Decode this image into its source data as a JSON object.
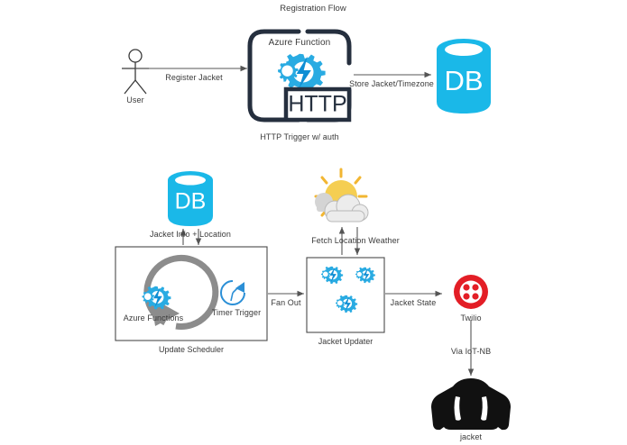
{
  "diagram": {
    "title": "Registration Flow",
    "colors": {
      "azure_cyan": "#29abe2",
      "azure_bolt_blue": "#0f8ed4",
      "db_cyan": "#1ab8e8",
      "twilio_red": "#e31e26",
      "jacket_black": "#111111",
      "dark_navy": "#252f3e",
      "arrow_gray": "#555555",
      "loop_gray": "#8c8c8c",
      "box_border": "#4a4a4a",
      "sun_yellow": "#f5c33b",
      "cloud_gray": "#e2e2e2"
    },
    "nodes": {
      "user": {
        "label": "User",
        "icon": "actor-stick-figure-icon"
      },
      "http_function": {
        "inner_title": "Azure Function",
        "badge": "HTTP",
        "caption": "HTTP Trigger w/ auth",
        "icon": "azure-function-gears-icon"
      },
      "db_top": {
        "label": "DB",
        "icon": "database-cylinder-icon"
      },
      "db_bottom": {
        "label": "DB",
        "icon": "database-cylinder-icon"
      },
      "update_scheduler": {
        "caption": "Update Scheduler",
        "azure_functions_label": "Azure Functions",
        "timer_trigger_label": "Timer Trigger",
        "loop_icon": "circular-refresh-arrow-icon",
        "timer_icon": "timer-clock-icon",
        "functions_icon": "azure-function-gears-icon"
      },
      "jacket_updater": {
        "caption": "Jacket Updater",
        "icon": "azure-function-gears-icon"
      },
      "weather": {
        "icon": "sun-behind-cloud-icon"
      },
      "twilio": {
        "label": "Twilio",
        "icon": "twilio-logo-icon"
      },
      "jacket": {
        "label": "jacket",
        "icon": "jacket-silhouette-icon"
      }
    },
    "edges": [
      {
        "id": "register-jacket",
        "label": "Register Jacket",
        "from": "user",
        "to": "http_function",
        "direction": "right"
      },
      {
        "id": "store-jacket-timezone",
        "label": "Store Jacket/Timezone",
        "from": "http_function",
        "to": "db_top",
        "direction": "right"
      },
      {
        "id": "jacket-info-location",
        "label": "Jacket Info + Location",
        "from": "update_scheduler",
        "to": "db_bottom",
        "direction": "bidirectional-vertical"
      },
      {
        "id": "fan-out",
        "label": "Fan Out",
        "from": "update_scheduler",
        "to": "jacket_updater",
        "direction": "right"
      },
      {
        "id": "fetch-location-weather",
        "label": "Fetch Location Weather",
        "from": "jacket_updater",
        "to": "weather",
        "direction": "bidirectional-vertical"
      },
      {
        "id": "jacket-state",
        "label": "Jacket State",
        "from": "jacket_updater",
        "to": "twilio",
        "direction": "right"
      },
      {
        "id": "via-iot-nb",
        "label": "Via IoT-NB",
        "from": "twilio",
        "to": "jacket",
        "direction": "down"
      }
    ]
  }
}
